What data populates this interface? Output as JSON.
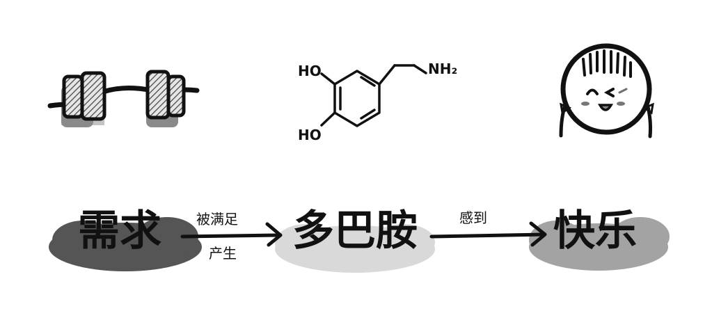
{
  "diagram": {
    "icons": {
      "left": "dumbbell-icon",
      "middle": "dopamine-structure",
      "right": "happy-face-icon"
    },
    "chem_labels": {
      "ho_top": "HO",
      "ho_bottom": "HO",
      "nh2": "NH₂"
    },
    "nodes": {
      "need": "需求",
      "dopamine": "多巴胺",
      "happy": "快乐"
    },
    "edges": {
      "edge1_top": "被满足",
      "edge1_bottom": "产生",
      "edge2_top": "感到"
    },
    "colors": {
      "blob_dark": "#555555",
      "blob_light": "#d9d9d9",
      "blob_mid": "#a3a3a3",
      "ink": "#111111"
    }
  }
}
